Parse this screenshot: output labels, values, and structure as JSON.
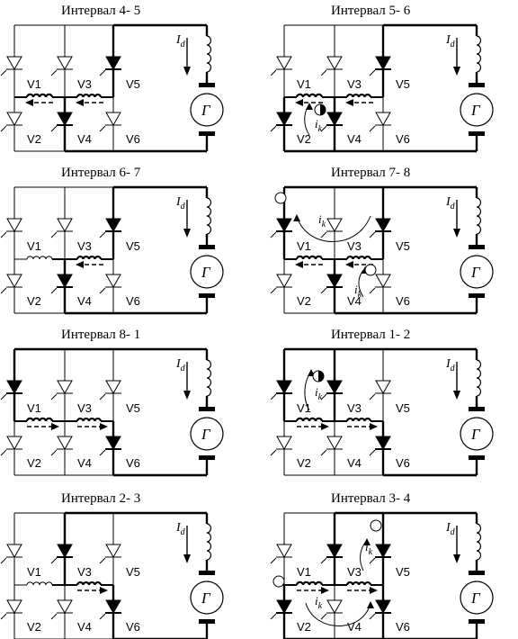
{
  "panels": [
    {
      "title": "Интервал 4-   5",
      "on": [
        "V4",
        "V5"
      ],
      "conducting_windings": [
        "V1-V3",
        "V3-V5"
      ],
      "winding_arrows": "left",
      "ik": [],
      "symbols": []
    },
    {
      "title": "Интервал 5-   6",
      "on": [
        "V2",
        "V4",
        "V5"
      ],
      "conducting_windings": [
        "V1-V3",
        "V3-V5"
      ],
      "winding_arrows": "left",
      "ik": [
        "left-bottom"
      ],
      "symbols": [
        "half-left-bottom"
      ]
    },
    {
      "title": "Интервал 6-   7",
      "on": [
        "V4",
        "V5"
      ],
      "conducting_windings": [
        "V3-V5"
      ],
      "winding_arrows": "left",
      "ik": [],
      "symbols": []
    },
    {
      "title": "Интервал 7-   8",
      "on": [
        "V1",
        "V4",
        "V5"
      ],
      "conducting_windings": [
        "V1-V3",
        "V3-V5"
      ],
      "winding_arrows": "left",
      "ik": [
        "top-arc",
        "mid-bottom"
      ],
      "symbols": [
        "empty-left-top",
        "empty-mid-bottom"
      ]
    },
    {
      "title": "Интервал 8-   1",
      "on": [
        "V1",
        "V6"
      ],
      "conducting_windings": [
        "V1-V3",
        "V3-V5"
      ],
      "winding_arrows": "right",
      "ik": [],
      "symbols": []
    },
    {
      "title": "Интервал 1-   2",
      "on": [
        "V1",
        "V3",
        "V6"
      ],
      "conducting_windings": [
        "V1-V3",
        "V3-V5"
      ],
      "winding_arrows": "right",
      "ik": [
        "left-top"
      ],
      "symbols": [
        "half-left-top"
      ]
    },
    {
      "title": "Интервал 2-   3",
      "on": [
        "V3",
        "V6"
      ],
      "conducting_windings": [
        "V3-V5"
      ],
      "winding_arrows": "right",
      "ik": [],
      "symbols": []
    },
    {
      "title": "Интервал 3-   4",
      "on": [
        "V2",
        "V3",
        "V5",
        "V6"
      ],
      "conducting_windings": [
        "V1-V3",
        "V3-V5"
      ],
      "winding_arrows": "right",
      "ik": [
        "right-top",
        "bottom-arc"
      ],
      "symbols": [
        "empty-right-top",
        "empty-left-mid"
      ]
    }
  ],
  "labels": {
    "v1": "V1",
    "v2": "V2",
    "v3": "V3",
    "v4": "V4",
    "v5": "V5",
    "v6": "V6",
    "id_main": "I",
    "id_sub": "d",
    "ik_main": "i",
    "ik_sub": "k",
    "generator": "Г"
  }
}
